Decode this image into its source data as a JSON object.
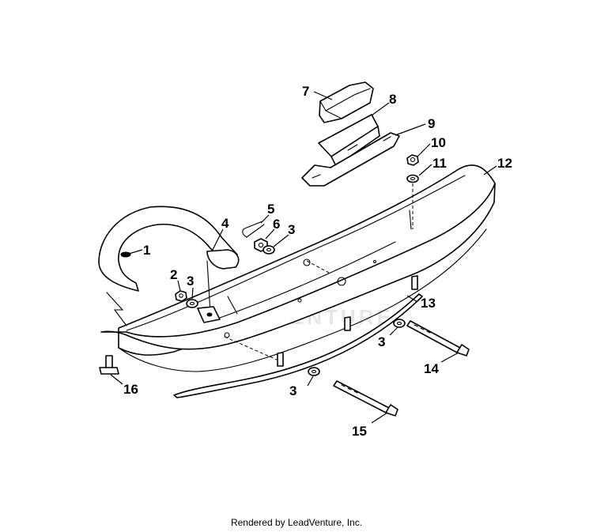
{
  "diagram": {
    "callouts": [
      "1",
      "2",
      "3",
      "4",
      "5",
      "6",
      "7",
      "8",
      "9",
      "10",
      "11",
      "12",
      "13",
      "14",
      "15",
      "16"
    ]
  },
  "footer": {
    "text": "Rendered by LeadVenture, Inc."
  },
  "watermark": {
    "text": "ADVENTURE"
  }
}
